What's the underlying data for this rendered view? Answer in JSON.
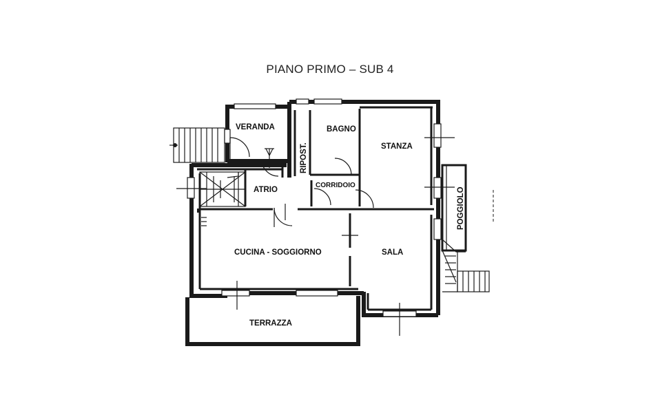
{
  "title": "PIANO PRIMO – SUB 4",
  "rooms": {
    "veranda": "VERANDA",
    "bagno": "BAGNO",
    "ripost": "RIPOST.",
    "stanza": "STANZA",
    "atrio": "ATRIO",
    "corridoio": "CORRIDOIO",
    "poggiolo": "POGGIOLO",
    "cucina": "CUCINA - SOGGIORNO",
    "sala": "SALA",
    "terrazza": "TERRAZZA"
  }
}
